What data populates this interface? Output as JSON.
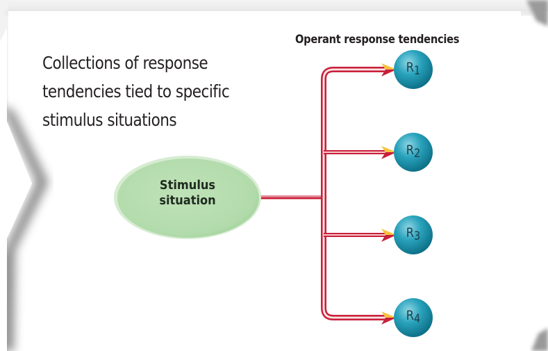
{
  "description": {
    "lines": [
      "Collections of response",
      "tendencies tied to specific",
      "stimulus situations"
    ]
  },
  "responses_title": "Operant response tendencies",
  "stimulus": {
    "lines": [
      "Stimulus",
      "situation"
    ]
  },
  "responses": [
    {
      "letter": "R",
      "index": "1"
    },
    {
      "letter": "R",
      "index": "2"
    },
    {
      "letter": "R",
      "index": "3"
    },
    {
      "letter": "R",
      "index": "4"
    }
  ],
  "colors": {
    "stimulus_fill": "#b7ddb0",
    "stimulus_edge": "#9ccf95",
    "arrow_red": "#c8203a",
    "arrow_highlight": "#f6c7c9",
    "arrowhead_yellow": "#f7c23c",
    "ball_teal": "#1b93ad",
    "ball_highlight": "#7fd0e0"
  }
}
